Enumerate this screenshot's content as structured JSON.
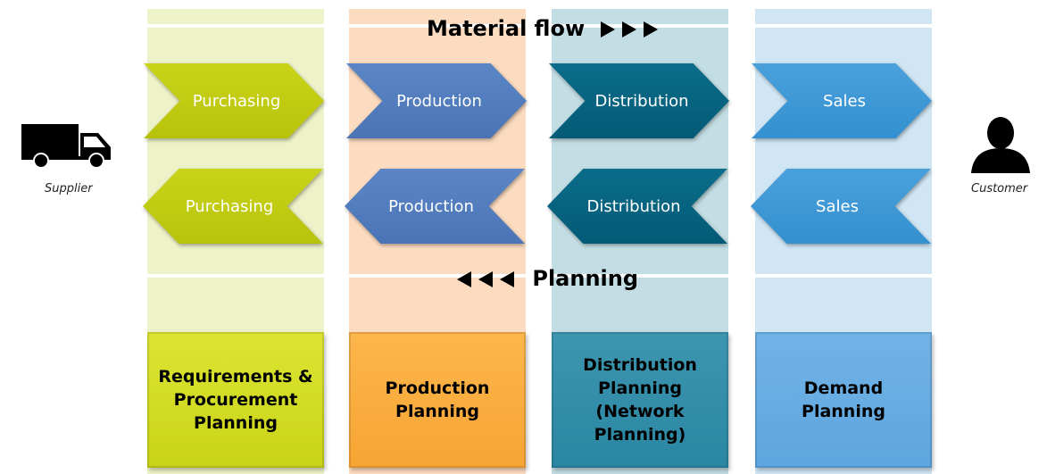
{
  "material_flow_label": "Material flow",
  "planning_label": "Planning",
  "supplier": {
    "label": "Supplier",
    "icon": "truck-icon"
  },
  "customer": {
    "label": "Customer",
    "icon": "person-icon"
  },
  "material_flow_row": [
    "Purchasing",
    "Production",
    "Distribution",
    "Sales"
  ],
  "planning_row": [
    "Purchasing",
    "Production",
    "Distribution",
    "Sales"
  ],
  "planning_boxes": [
    "Requirements &\nProcurement\nPlanning",
    "Production\nPlanning",
    "Distribution\nPlanning\n(Network\nPlanning)",
    "Demand\nPlanning"
  ],
  "colors": {
    "purchasing": "#bcc70e",
    "production": "#5079bb",
    "distribution": "#065f7b",
    "sales": "#3893d3"
  }
}
